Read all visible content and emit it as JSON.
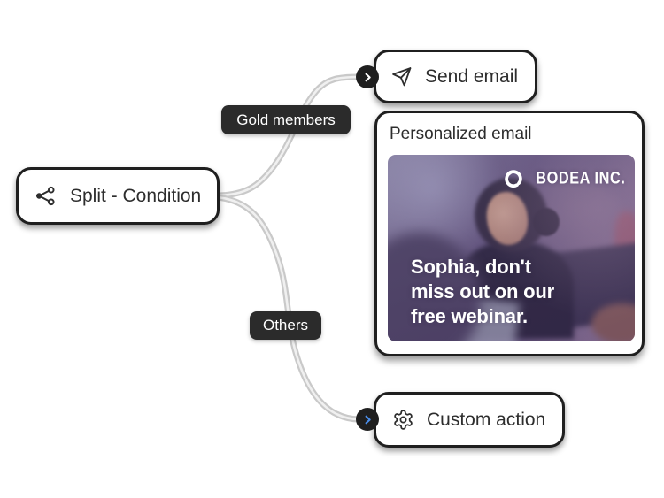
{
  "nodes": {
    "split": {
      "label": "Split - Condition",
      "icon": "split-icon"
    },
    "send": {
      "label": "Send email",
      "icon": "send-plane-icon"
    },
    "custom": {
      "label": "Custom action",
      "icon": "gear-icon"
    }
  },
  "branch_labels": {
    "gold": "Gold members",
    "others": "Others"
  },
  "email_card": {
    "title": "Personalized email",
    "brand": "BODEA INC.",
    "headline_lines": [
      "Sophia, don't",
      "miss out on our",
      "free webinar."
    ]
  },
  "colors": {
    "node_border": "#1f1f1f",
    "node_text": "#2d2d2d",
    "pill_bg": "#2b2b2b",
    "connector_gray": "#c9c9c9",
    "chevron_circle_bg": "#1f1f1f",
    "chevron_white": "#ffffff",
    "chevron_blue": "#4a8de8",
    "headline_text": "#ffffff"
  }
}
